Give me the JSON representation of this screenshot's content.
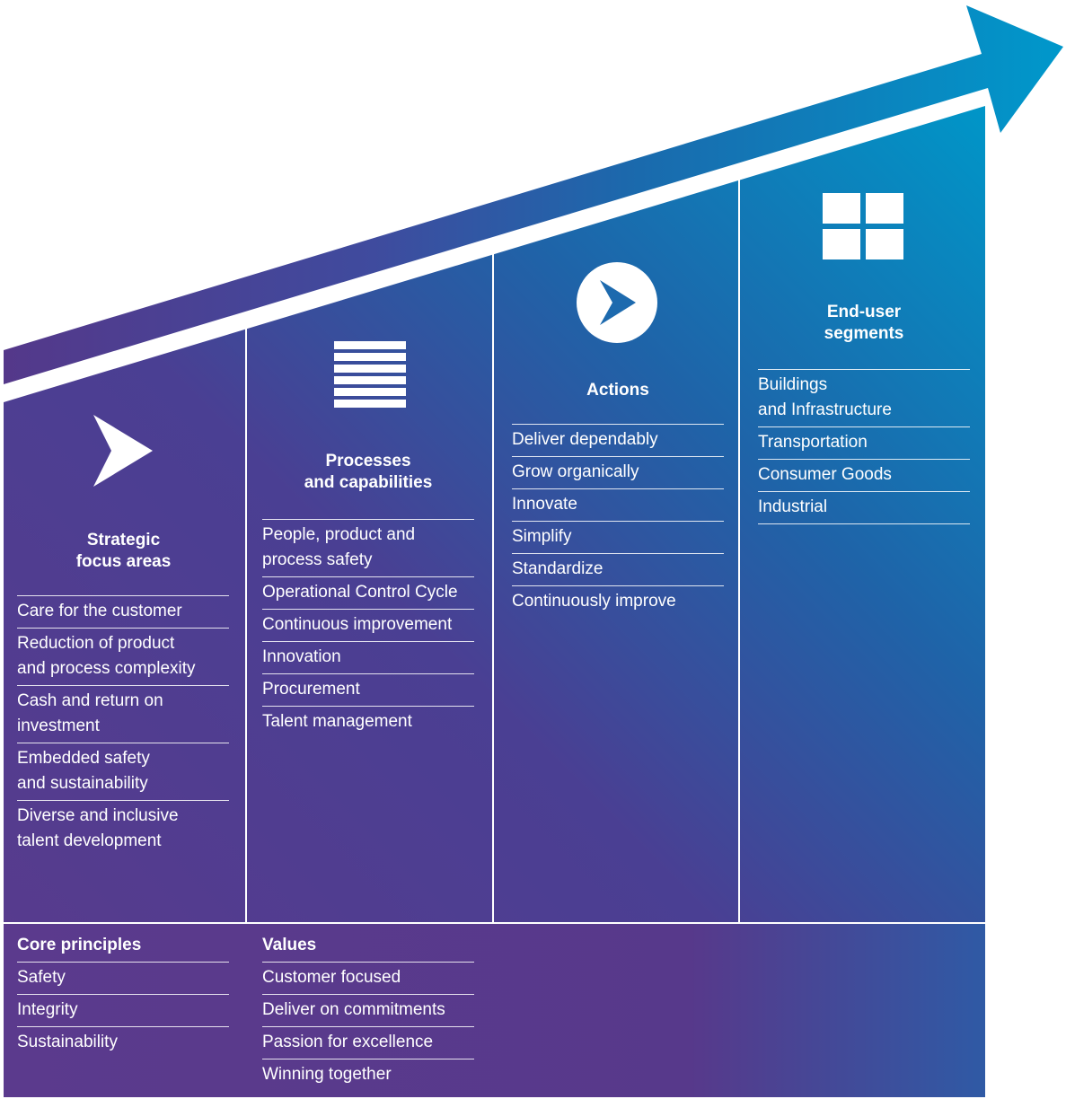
{
  "colors": {
    "purple": "#5a3a8c",
    "blue": "#0090c4",
    "arrow": "#0096cc",
    "text": "#ffffff"
  },
  "columns": [
    {
      "icon": "chevron-right-icon",
      "title": "Strategic\nfocus areas",
      "items": [
        "Care for the customer",
        "Reduction of product\nand process complexity",
        "Cash and return on\ninvestment",
        "Embedded safety\nand sustainability",
        "Diverse and inclusive\ntalent development"
      ]
    },
    {
      "icon": "stacked-bars-icon",
      "title": "Processes\nand capabilities",
      "items": [
        "People, product and\nprocess safety",
        "Operational Control Cycle",
        "Continuous improvement",
        "Innovation",
        "Procurement",
        "Talent management"
      ]
    },
    {
      "icon": "play-circle-icon",
      "title": "Actions",
      "items": [
        "Deliver dependably",
        "Grow organically",
        "Innovate",
        "Simplify",
        "Standardize",
        "Continuously improve"
      ]
    },
    {
      "icon": "grid-icon",
      "title": "End-user\nsegments",
      "items": [
        "Buildings\nand Infrastructure",
        "Transportation",
        "Consumer Goods",
        "Industrial"
      ]
    }
  ],
  "core_principles": {
    "title": "Core principles",
    "items": [
      "Safety",
      "Integrity",
      "Sustainability"
    ]
  },
  "values": {
    "title": "Values",
    "items": [
      "Customer focused",
      "Deliver on commitments",
      "Passion for excellence",
      "Winning together"
    ]
  }
}
